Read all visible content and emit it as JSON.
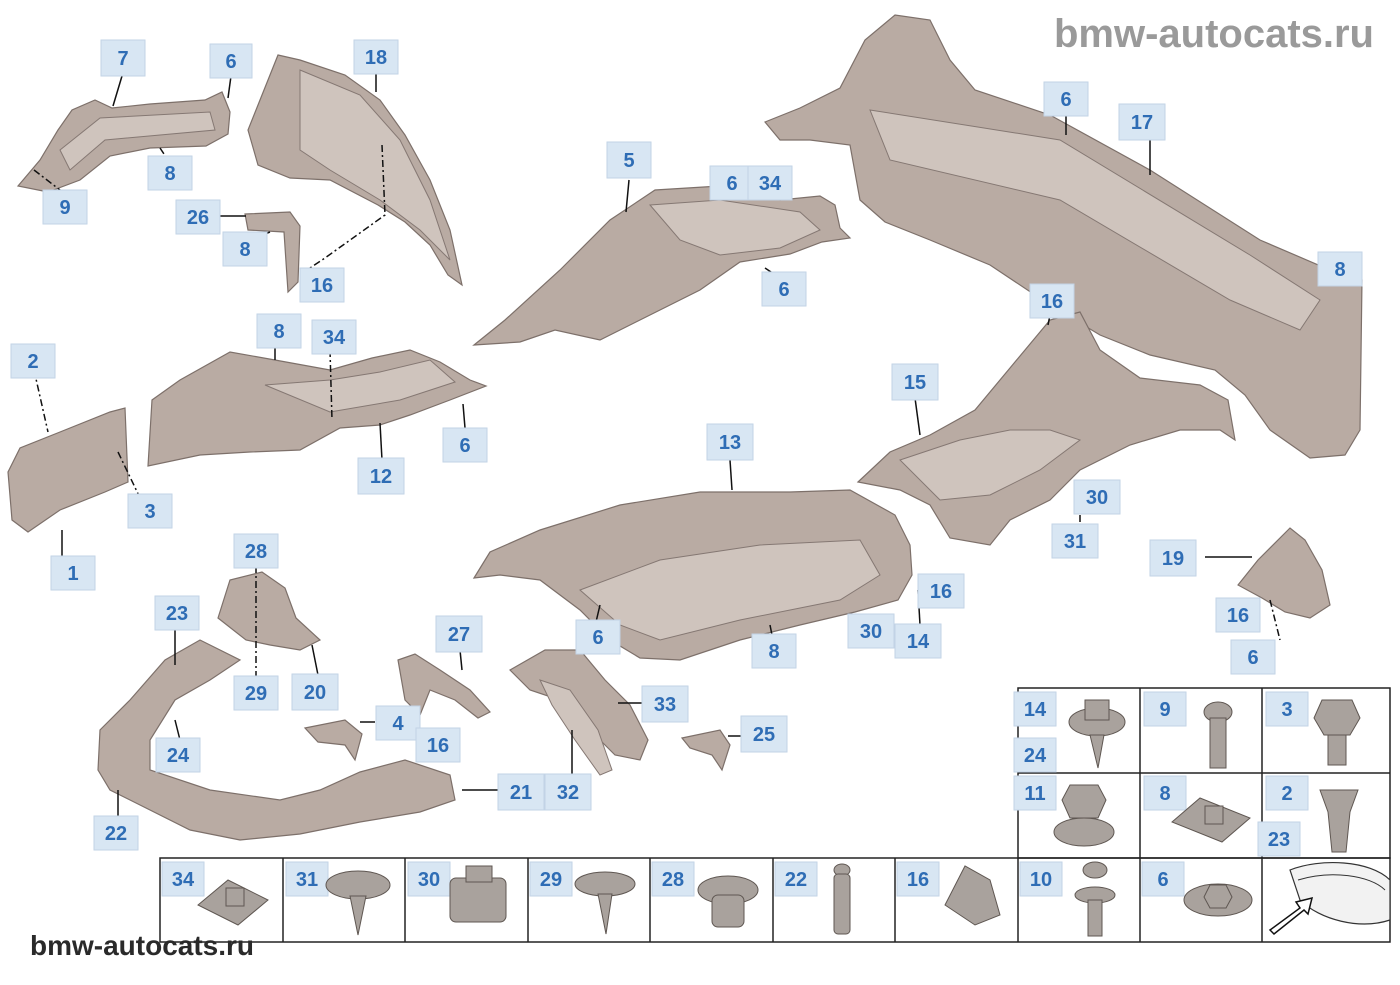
{
  "watermark_top": "bmw-autocats.ru",
  "watermark_bottom": "bmw-autocats.ru",
  "callouts": {
    "c7": "7",
    "c6a": "6",
    "c18": "18",
    "c8a": "8",
    "c9": "9",
    "c26": "26",
    "c8b": "8",
    "c16a": "16",
    "c5": "5",
    "c6b": "6",
    "c34a": "34",
    "c6c": "6",
    "c6d": "6",
    "c17": "17",
    "c8c": "8",
    "c16b": "16",
    "c2": "2",
    "c8d": "8",
    "c34b": "34",
    "c3": "3",
    "c12": "12",
    "c6e": "6",
    "c1": "1",
    "c15": "15",
    "c13": "13",
    "c30a": "30",
    "c31": "31",
    "c19": "19",
    "c28": "28",
    "c16c": "16",
    "c6f": "6",
    "c23": "23",
    "c6g": "6",
    "c30b": "30",
    "c14": "14",
    "c8e": "8",
    "c27": "27",
    "c29": "29",
    "c20": "20",
    "c33": "33",
    "c4": "4",
    "c16d": "16",
    "c24": "24",
    "c25": "25",
    "c21": "21",
    "c32": "32",
    "c22": "22"
  },
  "hardware_table": {
    "cells": {
      "t14": "14",
      "t24": "24",
      "t9": "9",
      "t3": "3",
      "t11": "11",
      "t8": "8",
      "t2": "2",
      "t23": "23",
      "t34": "34",
      "t31": "31",
      "t30": "30",
      "t29": "29",
      "t28": "28",
      "t22": "22",
      "t16": "16",
      "t10": "10",
      "t6": "6"
    }
  }
}
